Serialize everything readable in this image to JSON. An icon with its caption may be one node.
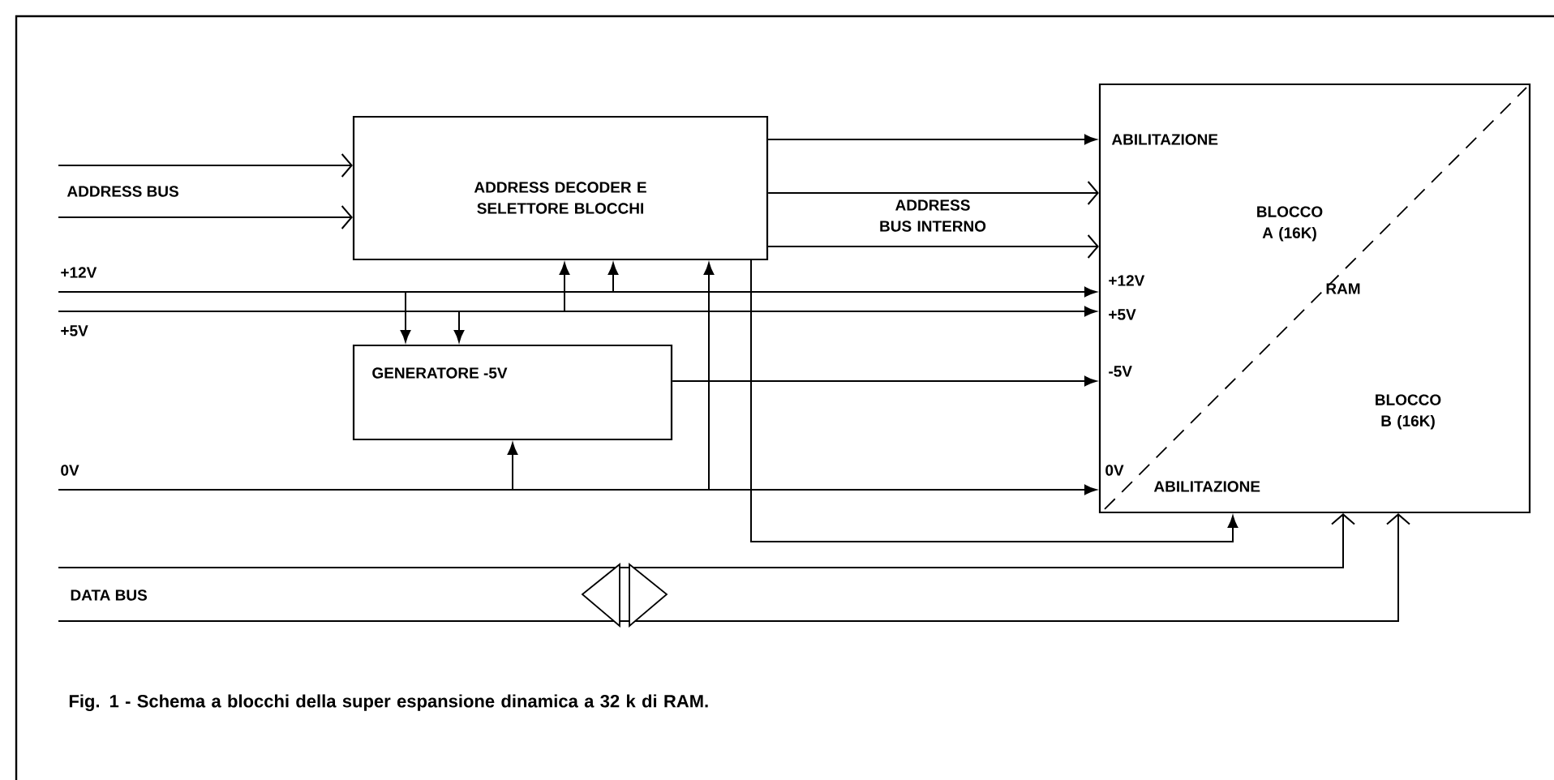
{
  "diagram": {
    "caption": "Fig. 1 - Schema a blocchi della super espansione dinamica a 32 k di RAM.",
    "nodes": [
      {
        "text": [
          "ADDRESS DECODER E SELETTORE BLOCCHI"
        ]
      },
      {
        "text": [
          "GENERATORE -5V"
        ]
      },
      {
        "text": [
          "ABILITAZIONE",
          "BLOCCO A (16K)",
          "RAM",
          "+12V",
          "+5V",
          "-5V",
          "BLOCCO B (16K)",
          "0V",
          "ABILITAZIONE"
        ]
      }
    ],
    "edges": [
      {
        "from": null,
        "to": 0,
        "arrow": "to"
      },
      {
        "from": null,
        "to": 0,
        "arrow": "to"
      },
      {
        "from": 0,
        "to": 2,
        "arrow": "to"
      },
      {
        "from": 0,
        "to": 2,
        "arrow": "to"
      },
      {
        "from": 0,
        "to": 2,
        "arrow": "to"
      },
      {
        "from": null,
        "to": 2,
        "arrow": "to"
      },
      {
        "from": null,
        "to": 2,
        "arrow": "to"
      },
      {
        "from": null,
        "to": 0,
        "arrow": "to"
      },
      {
        "from": null,
        "to": 0,
        "arrow": "to"
      },
      {
        "from": null,
        "to": 1,
        "arrow": "to"
      },
      {
        "from": null,
        "to": 1,
        "arrow": "to"
      },
      {
        "from": 1,
        "to": 2,
        "arrow": "to"
      },
      {
        "from": null,
        "to": 2,
        "arrow": "to"
      },
      {
        "from": null,
        "to": 1,
        "arrow": "to"
      },
      {
        "from": null,
        "to": 0,
        "arrow": "to"
      },
      {
        "from": 0,
        "to": 2,
        "arrow": "to"
      },
      {
        "from": null,
        "to": 2,
        "arrow": "to"
      },
      {
        "from": null,
        "to": 2,
        "arrow": "to"
      }
    ],
    "labels": [
      "ADDRESS BUS",
      "ADDRESS BUS INTERNO",
      "+12V",
      "+5V",
      "0V",
      "DATA BUS"
    ]
  }
}
